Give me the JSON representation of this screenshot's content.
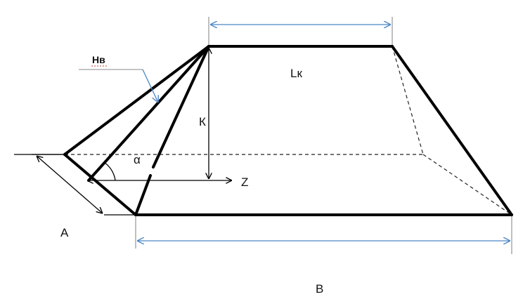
{
  "labels": {
    "hv": "Нв",
    "lk": "Lк",
    "k": "К",
    "alpha": "α",
    "z": "Z",
    "a": "A",
    "b": "B"
  },
  "colors": {
    "outline": "#000000",
    "dimension_blue": "#4a86c5",
    "leader_grey": "#8a8a8a"
  }
}
